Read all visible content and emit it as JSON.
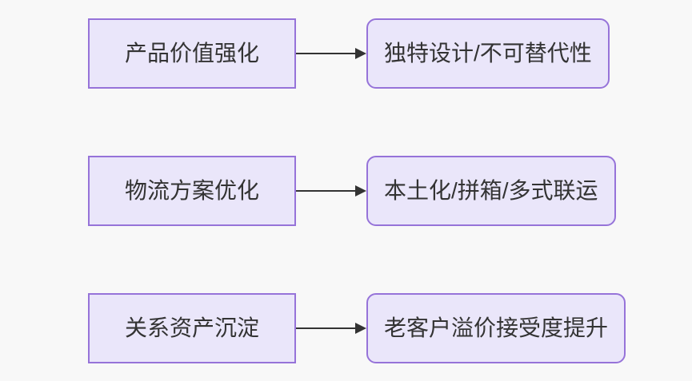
{
  "diagram": {
    "type": "flowchart",
    "direction": "left-to-right",
    "rows": [
      {
        "source": {
          "label": "产品价值强化",
          "shape": "rectangle"
        },
        "connector": "arrow-right",
        "target": {
          "label": "独特设计/不可替代性",
          "shape": "rounded-rectangle"
        }
      },
      {
        "source": {
          "label": "物流方案优化",
          "shape": "rectangle"
        },
        "connector": "arrow-right",
        "target": {
          "label": "本土化/拼箱/多式联运",
          "shape": "rounded-rectangle"
        }
      },
      {
        "source": {
          "label": "关系资产沉淀",
          "shape": "rectangle"
        },
        "connector": "arrow-right",
        "target": {
          "label": "老客户溢价接受度提升",
          "shape": "rounded-rectangle"
        }
      }
    ]
  },
  "colors": {
    "canvas_background": "#f8f8f8",
    "node_fill": "#eae6fa",
    "node_border": "#9673d9",
    "arrow": "#333333",
    "text": "#333333"
  }
}
